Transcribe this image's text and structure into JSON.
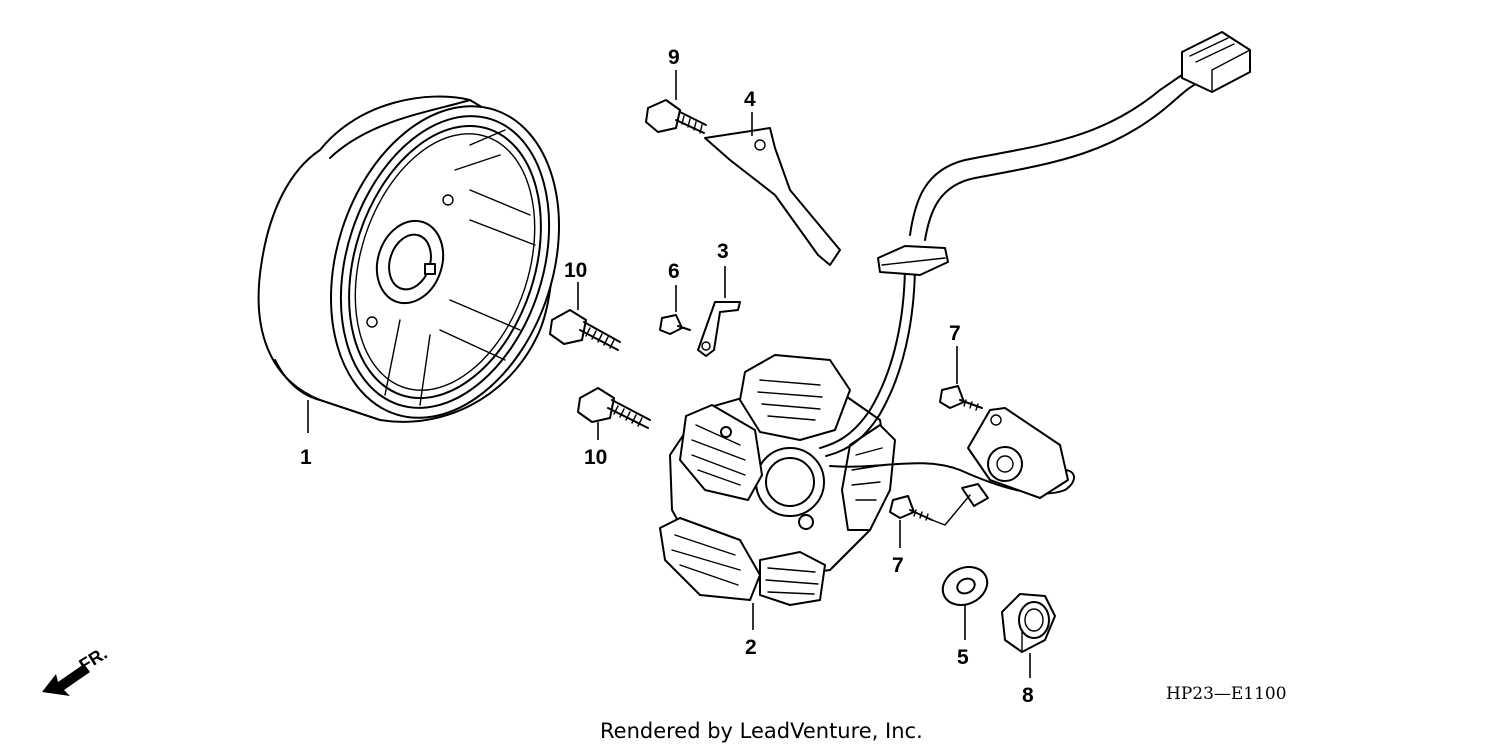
{
  "parts": [
    {
      "id": "flywheel",
      "callout": "1"
    },
    {
      "id": "stator",
      "callout": "2"
    },
    {
      "id": "clamp",
      "callout": "3"
    },
    {
      "id": "guide",
      "callout": "4"
    },
    {
      "id": "washer",
      "callout": "5"
    },
    {
      "id": "bolt-small",
      "callout": "6"
    },
    {
      "id": "bolt-pulse-upper",
      "callout": "7"
    },
    {
      "id": "bolt-pulse-lower",
      "callout": "7"
    },
    {
      "id": "nut",
      "callout": "8"
    },
    {
      "id": "bolt-guide",
      "callout": "9"
    },
    {
      "id": "bolt-stator-upper",
      "callout": "10"
    },
    {
      "id": "bolt-stator-lower",
      "callout": "10"
    }
  ],
  "front_indicator": "FR.",
  "diagram_code": "HP23—E1100",
  "credit": "Rendered by LeadVenture, Inc."
}
